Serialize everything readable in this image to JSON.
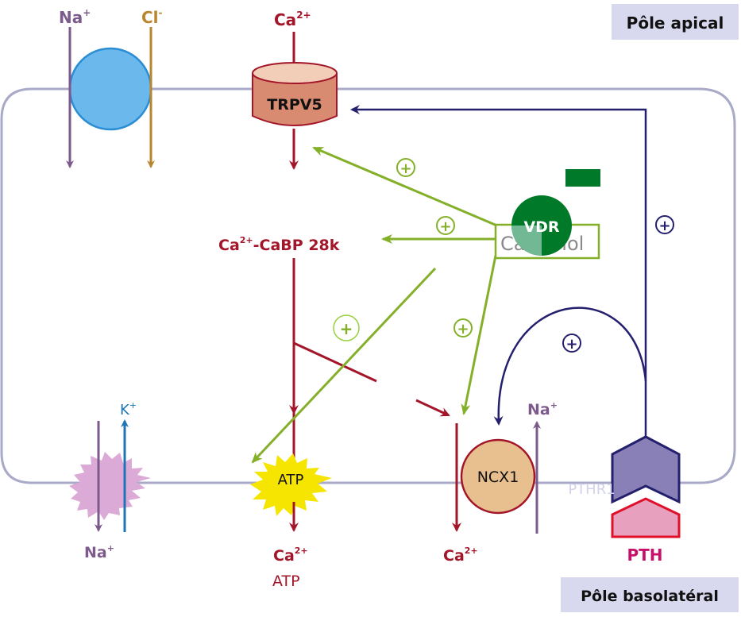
{
  "labels": {
    "apical_pole": "Pôle apical",
    "basolateral_pole": "Pôle basolatéral",
    "na_top": "Na",
    "na_top_sup": "+",
    "cl_top": "Cl",
    "cl_top_sup": "-",
    "ca_top": "Ca",
    "ca_top_sup": "2+",
    "trpv5": "TRPV5",
    "cabp_ca": "Ca",
    "cabp_sup": "2+",
    "cabp_rest": "-CaBP 28k",
    "vdr": "VDR",
    "calcitriol": "Calcitriol",
    "k_plus": "K",
    "k_plus_sup": "+",
    "na_bottom_left": "Na",
    "na_bottom_left_sup": "+",
    "atp_pump": "ATP",
    "ca_bottom_mid": "Ca",
    "ca_bottom_mid_sup": "2+",
    "atp_bottom": "ATP",
    "ncx1": "NCX1",
    "na_ncx": "Na",
    "na_ncx_sup": "+",
    "ca_bottom_right": "Ca",
    "ca_bottom_right_sup": "2+",
    "pthr1": "PTHR1",
    "pth": "PTH",
    "plus_sign": "+"
  },
  "colors": {
    "membrane": "#a9a9c8",
    "na_arrow": "#7d5a8c",
    "cl_arrow": "#b8862e",
    "channel_blue": "#6ab8ec",
    "ca_red": "#a3162a",
    "trpv5_fill": "#d98b72",
    "trpv5_top": "#f2cdb8",
    "green": "#84b029",
    "vdr_green": "#007a28",
    "navy": "#24206e",
    "k_blue": "#1f74b3",
    "pump_pink": "#dcaad6",
    "atp_yellow": "#f5e500",
    "ncx_fill": "#e8c08f",
    "pthr1_fill": "#8a80b8",
    "pth_fill": "#e8a0bf",
    "pth_red": "#e0102a",
    "pth_text": "#c8106a",
    "pole_box": "#d8d8ee"
  }
}
